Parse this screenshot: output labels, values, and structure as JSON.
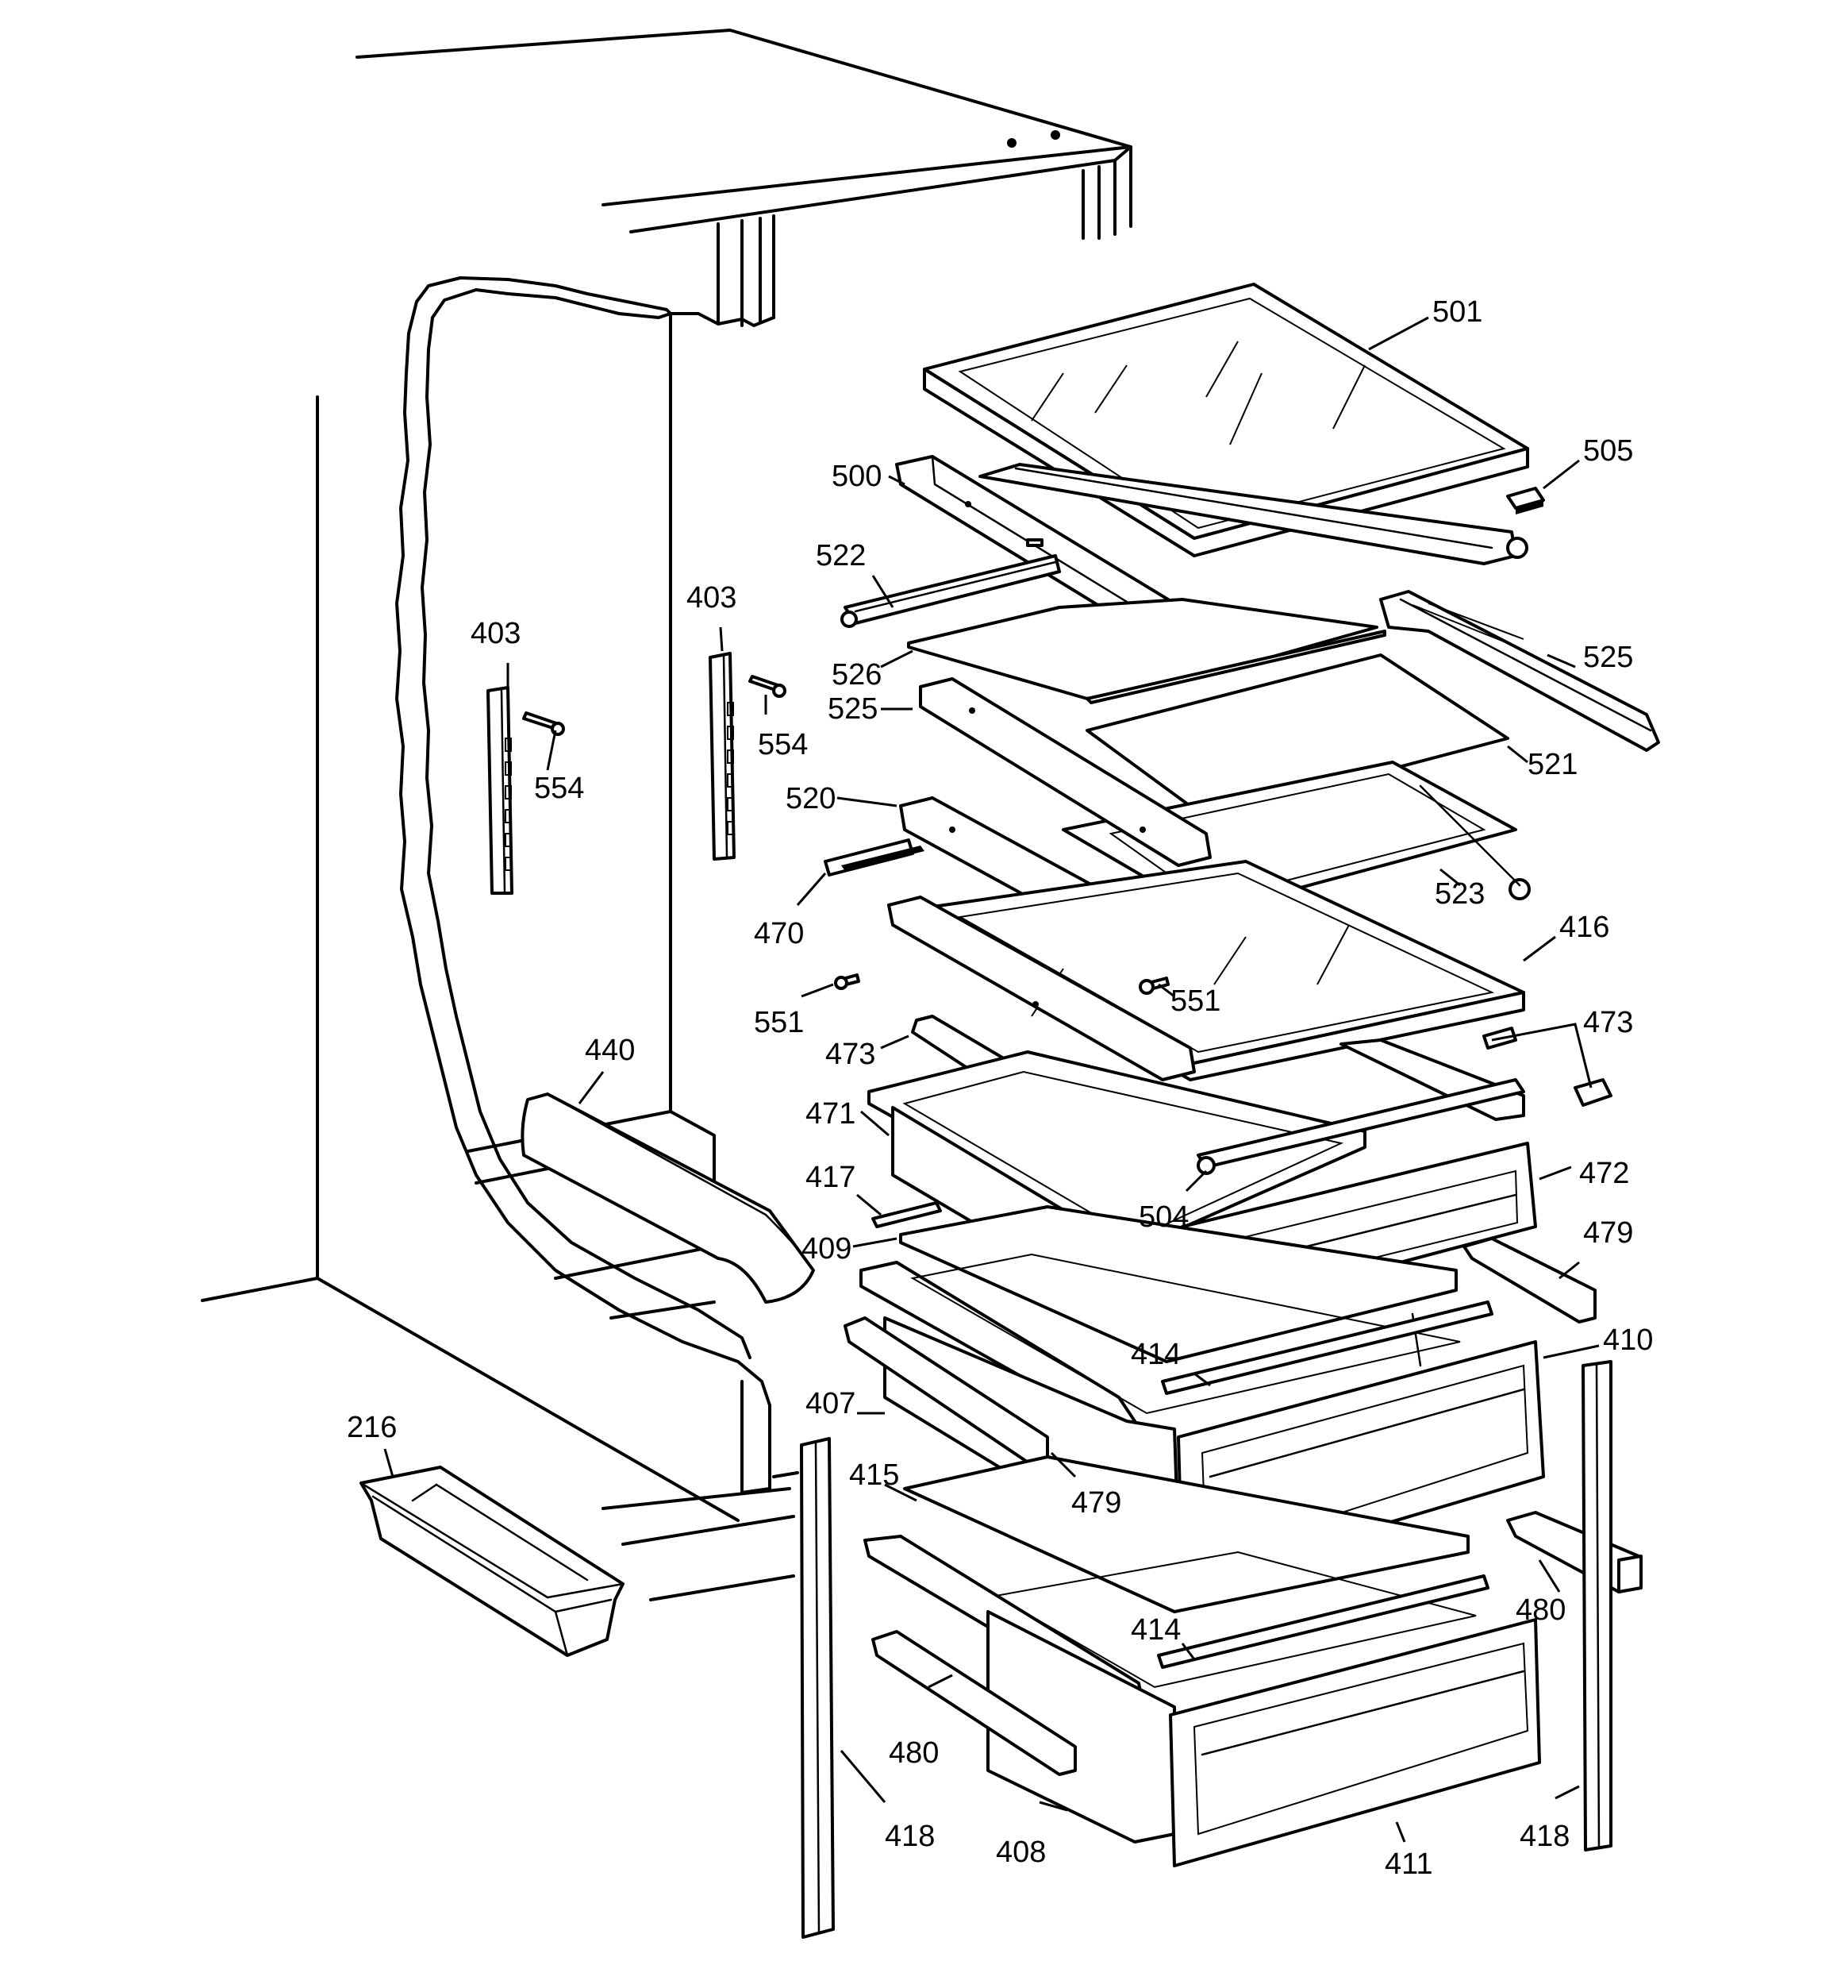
{
  "callouts": [
    {
      "id": "501",
      "text": "501"
    },
    {
      "id": "505",
      "text": "505"
    },
    {
      "id": "500",
      "text": "500"
    },
    {
      "id": "522",
      "text": "522"
    },
    {
      "id": "525a",
      "text": "525"
    },
    {
      "id": "526",
      "text": "526"
    },
    {
      "id": "525b",
      "text": "525"
    },
    {
      "id": "521",
      "text": "521"
    },
    {
      "id": "520",
      "text": "520"
    },
    {
      "id": "523",
      "text": "523"
    },
    {
      "id": "470",
      "text": "470"
    },
    {
      "id": "416",
      "text": "416"
    },
    {
      "id": "551a",
      "text": "551"
    },
    {
      "id": "551b",
      "text": "551"
    },
    {
      "id": "473a",
      "text": "473"
    },
    {
      "id": "473b",
      "text": "473"
    },
    {
      "id": "471",
      "text": "471"
    },
    {
      "id": "417",
      "text": "417"
    },
    {
      "id": "409",
      "text": "409"
    },
    {
      "id": "504",
      "text": "504"
    },
    {
      "id": "472",
      "text": "472"
    },
    {
      "id": "479a",
      "text": "479"
    },
    {
      "id": "414a",
      "text": "414"
    },
    {
      "id": "410",
      "text": "410"
    },
    {
      "id": "407",
      "text": "407"
    },
    {
      "id": "479b",
      "text": "479"
    },
    {
      "id": "415",
      "text": "415"
    },
    {
      "id": "480a",
      "text": "480"
    },
    {
      "id": "414b",
      "text": "414"
    },
    {
      "id": "480b",
      "text": "480"
    },
    {
      "id": "418a",
      "text": "418"
    },
    {
      "id": "408",
      "text": "408"
    },
    {
      "id": "411",
      "text": "411"
    },
    {
      "id": "418b",
      "text": "418"
    },
    {
      "id": "403a",
      "text": "403"
    },
    {
      "id": "554a",
      "text": "554"
    },
    {
      "id": "403b",
      "text": "403"
    },
    {
      "id": "554b",
      "text": "554"
    },
    {
      "id": "440",
      "text": "440"
    },
    {
      "id": "216",
      "text": "216"
    }
  ]
}
